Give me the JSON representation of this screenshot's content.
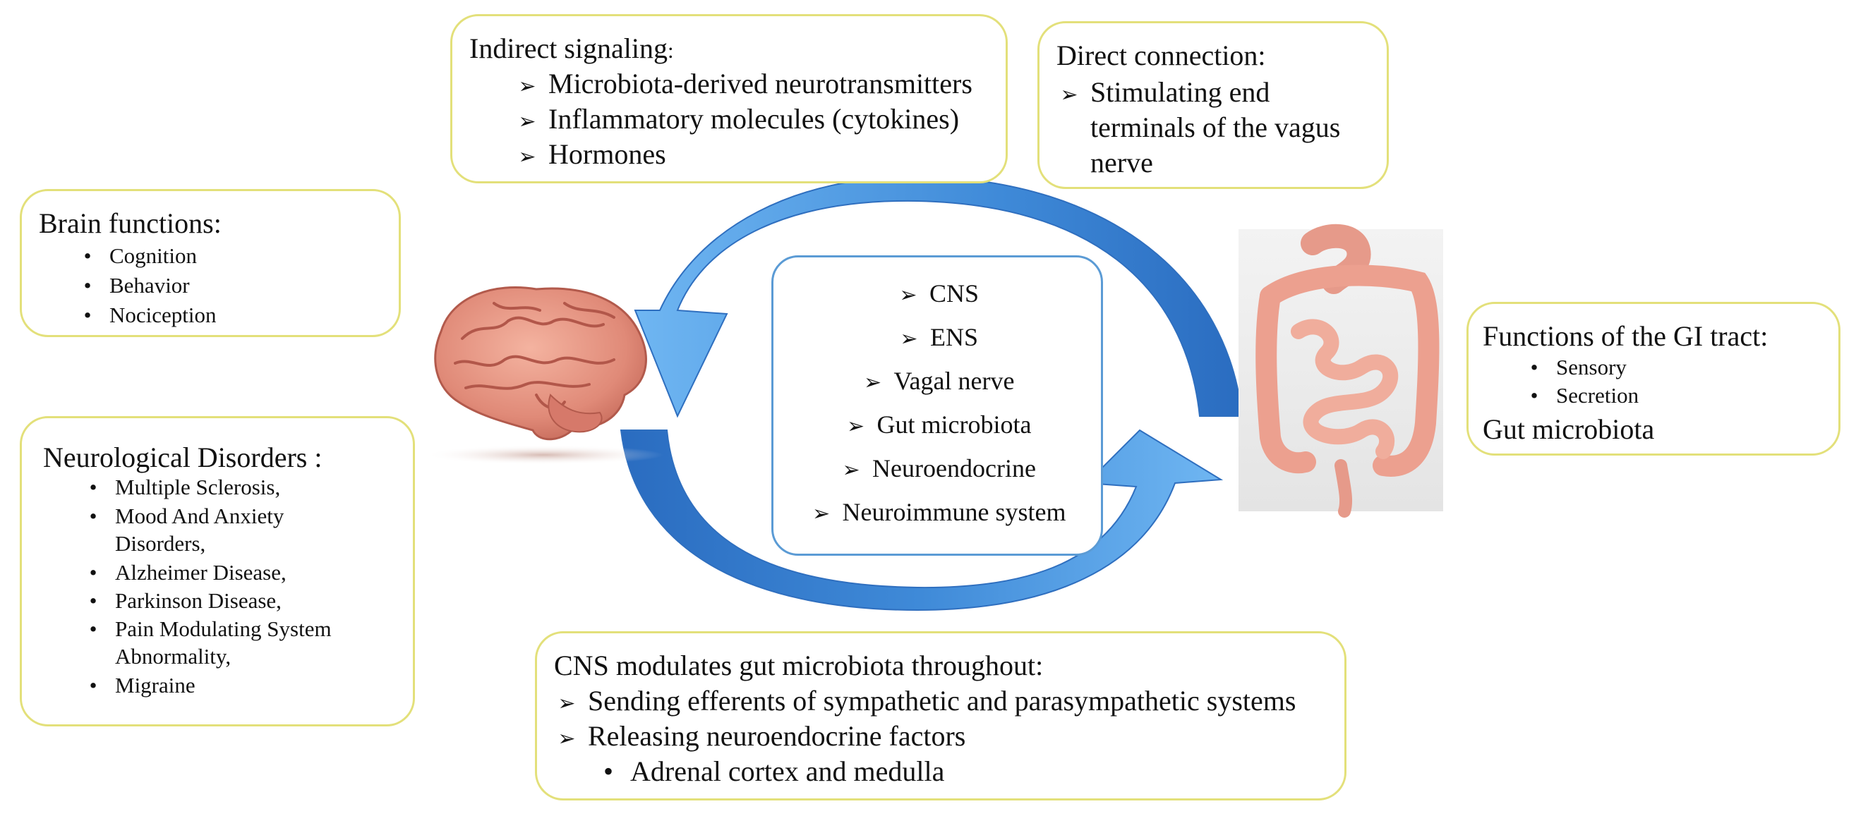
{
  "indirect_signaling": {
    "title": "Indirect signaling",
    "title_suffix": ":",
    "items": [
      "Microbiota-derived neurotransmitters",
      "Inflammatory molecules (cytokines)",
      "Hormones"
    ]
  },
  "direct_connection": {
    "title": "Direct connection:",
    "lines": [
      "Stimulating end",
      "terminals of the vagus",
      "nerve"
    ]
  },
  "brain_functions": {
    "title": "Brain functions:",
    "items": [
      "Cognition",
      "Behavior",
      "Nociception"
    ]
  },
  "neurological_disorders": {
    "title": "Neurological Disorders :",
    "lines": [
      "Multiple Sclerosis,",
      "Mood And Anxiety",
      "Disorders,",
      "Alzheimer Disease,",
      "Parkinson Disease,",
      "Pain Modulating System",
      "Abnormality,",
      "Migraine"
    ]
  },
  "gi_functions": {
    "title": "Functions of the GI tract:",
    "items": [
      "Sensory",
      "Secretion"
    ],
    "footer": "Gut microbiota"
  },
  "center": {
    "items": [
      "CNS",
      "ENS",
      "Vagal nerve",
      "Gut microbiota",
      "Neuroendocrine",
      "Neuroimmune system"
    ]
  },
  "cns_modulates": {
    "title": "CNS modulates gut microbiota throughout:",
    "items": [
      "Sending efferents of sympathetic and parasympathetic systems",
      "Releasing neuroendocrine factors"
    ],
    "subitem": "Adrenal cortex and medulla"
  },
  "colors": {
    "box_border": "#e3e07a",
    "arrow_blue": "#3f88d8",
    "arrow_light": "#5aa6ec",
    "center_border": "#5b9bd5"
  }
}
